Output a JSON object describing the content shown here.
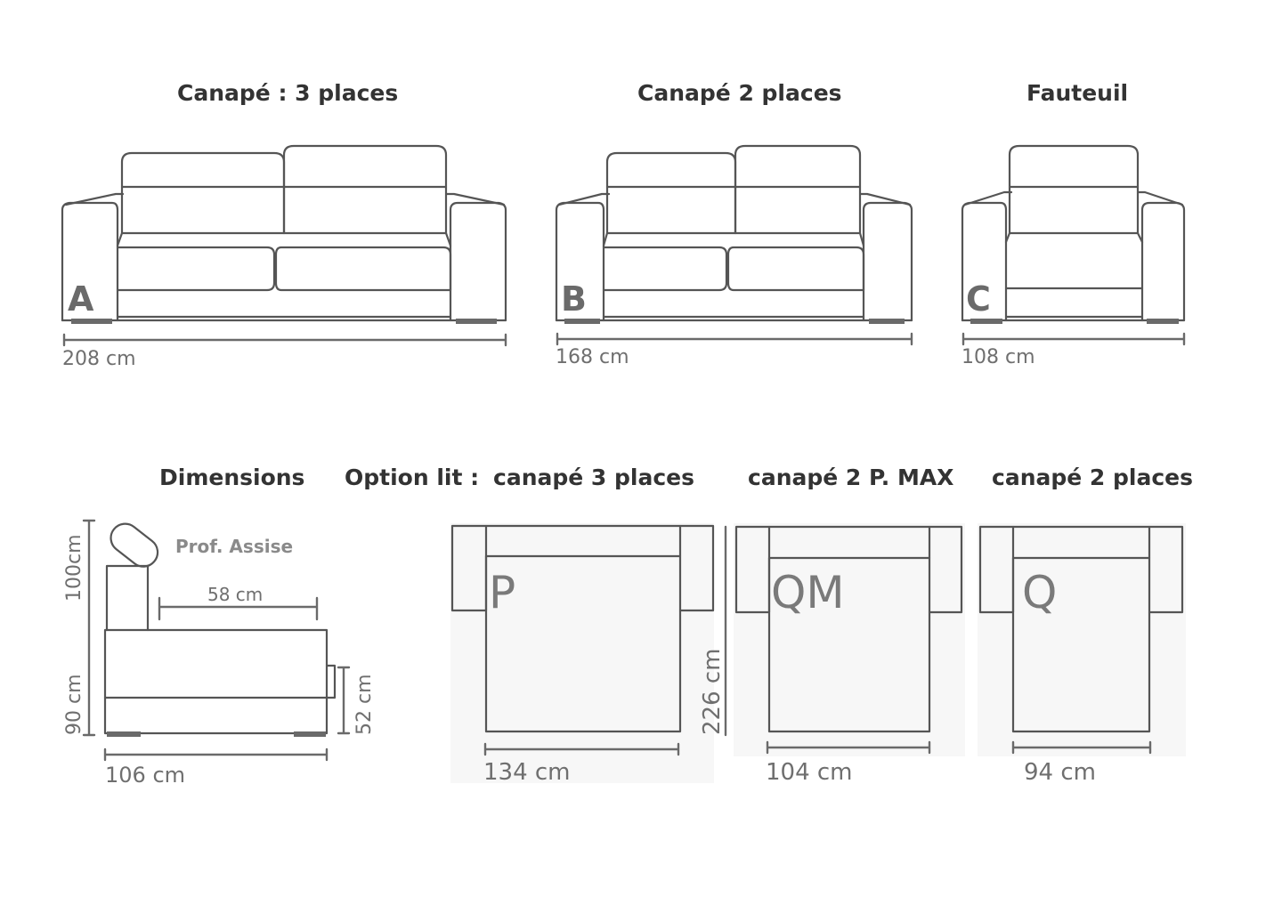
{
  "titles": {
    "sofa3": "Canapé :  3 places",
    "sofa2": "Canapé 2 places",
    "armchair": "Fauteuil",
    "dimensions": "Dimensions",
    "option": "Option lit :",
    "bed3": "canapé 3 places",
    "bed2max": "canapé 2 P. MAX",
    "bed2": "canapé 2 places"
  },
  "models": [
    {
      "letter": "A",
      "width": "208 cm"
    },
    {
      "letter": "B",
      "width": "168 cm"
    },
    {
      "letter": "C",
      "width": "108 cm"
    }
  ],
  "side": {
    "label": "Prof. Assise",
    "seat_depth": "58 cm",
    "total_height": "100cm",
    "back_height": "90 cm",
    "seat_height": "52 cm",
    "depth": "106 cm"
  },
  "beds": [
    {
      "letter": "P",
      "width": "134 cm"
    },
    {
      "letter": "QM",
      "width": "104 cm"
    },
    {
      "letter": "Q",
      "width": "94 cm"
    }
  ],
  "bed_length": "226 cm"
}
